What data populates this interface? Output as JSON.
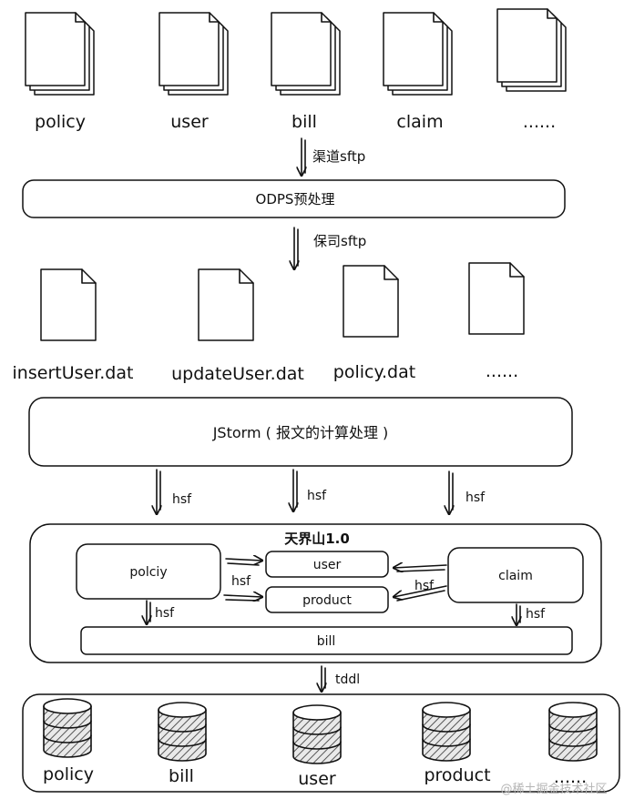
{
  "top_files": [
    "policy",
    "user",
    "bill",
    "claim",
    "......"
  ],
  "arrow1_label": "渠道sftp",
  "odps_box": "ODPS预处理",
  "arrow2_label": "保司sftp",
  "dat_files": [
    "insertUser.dat",
    "updateUser.dat",
    "policy.dat",
    "......"
  ],
  "jstorm_box": "JStorm ( 报文的计算处理 )",
  "hsf_label": "hsf",
  "tjs": {
    "title": "天界山1.0",
    "polciy": "polciy",
    "user": "user",
    "product": "product",
    "claim": "claim",
    "bill": "bill"
  },
  "tddl_label": "tddl",
  "databases": [
    "policy",
    "bill",
    "user",
    "product",
    "......"
  ],
  "watermark": "@稀土掘金技术社区"
}
